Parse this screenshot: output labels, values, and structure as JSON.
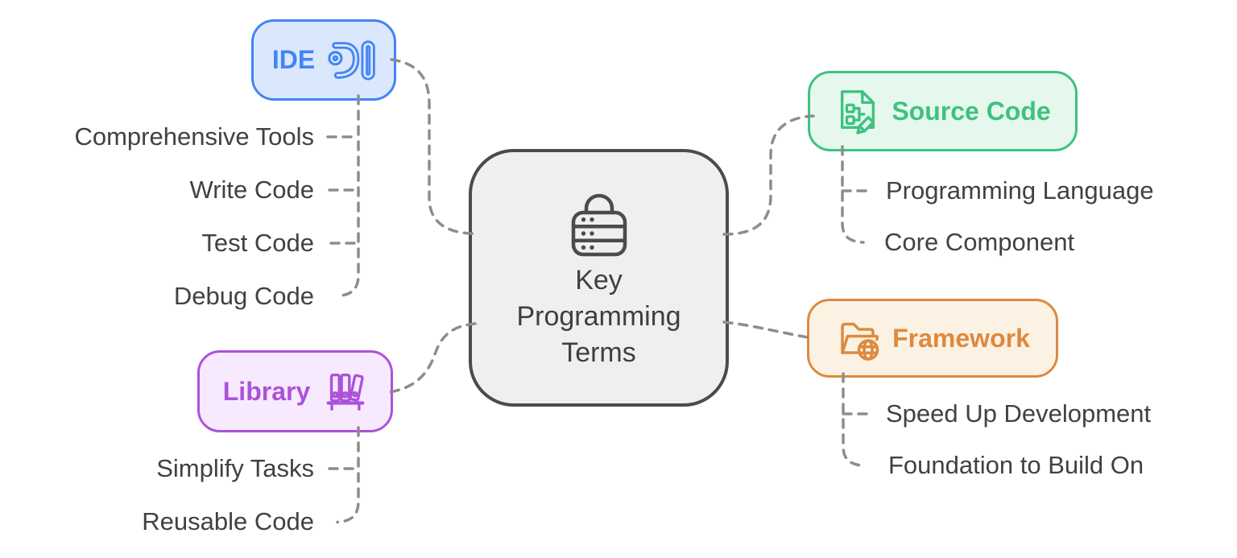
{
  "center": {
    "icon": "server-lock-icon",
    "lines": [
      "Key",
      "Programming",
      "Terms"
    ]
  },
  "branches": {
    "ide": {
      "label": "IDE",
      "icon": "intellij-ide-icon",
      "border_color": "#4285f4",
      "fill_color": "#dbe7fc",
      "children": [
        "Comprehensive Tools",
        "Write Code",
        "Test Code",
        "Debug Code"
      ]
    },
    "source_code": {
      "label": "Source Code",
      "icon": "document-pencil-icon",
      "border_color": "#3ec27f",
      "fill_color": "#e6f8ee",
      "children": [
        "Programming Language",
        "Core Component"
      ]
    },
    "framework": {
      "label": "Framework",
      "icon": "folder-globe-icon",
      "border_color": "#dd8a3e",
      "fill_color": "#fcf2e4",
      "children": [
        "Speed Up Development",
        "Foundation to Build On"
      ]
    },
    "library": {
      "label": "Library",
      "icon": "bookshelf-icon",
      "border_color": "#ac52da",
      "fill_color": "#f8eafe",
      "children": [
        "Simplify Tasks",
        "Reusable Code"
      ]
    }
  },
  "style": {
    "connector_color": "#8d8d8d",
    "center_border_color": "#4b4b4b",
    "center_fill_color": "#efefef",
    "center_text_color": "#3f3f3f",
    "leaf_text_color": "#414141",
    "background": "#ffffff"
  }
}
